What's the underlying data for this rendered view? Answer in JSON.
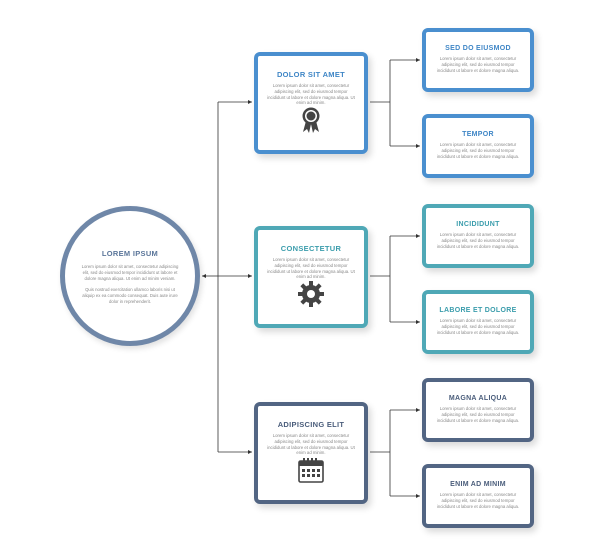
{
  "colors": {
    "root": "#6f87a8",
    "blue": "#4a8fcf",
    "teal": "#4fa8b6",
    "slate": "#526583",
    "connector": "#333333"
  },
  "root": {
    "title": "LOREM IPSUM",
    "body1": "Lorem ipsum dolor sit amet, consectetur adipiscing elit, sed do eiusmod tempor incididunt ut labore et dolore magna aliqua. Ut enim ad minim veniam.",
    "body2": "Quis nostrud exercitation ullamco laboris nisi ut aliquip ex ea commodo consequat. Duis aute irure dolor in reprehenderit."
  },
  "nodes": {
    "dolor": {
      "title": "DOLOR SIT AMET",
      "body": "Lorem ipsum dolor sit amet, consectetur adipiscing elit, sed do eiusmod tempor incididunt ut labore et dolore magna aliqua. Ut enim ad minim.",
      "icon": "award-ribbon-icon"
    },
    "consectetur": {
      "title": "CONSECTETUR",
      "body": "Lorem ipsum dolor sit amet, consectetur adipiscing elit, sed do eiusmod tempor incididunt ut labore et dolore magna aliqua. Ut enim ad minim.",
      "icon": "gear-icon"
    },
    "adipiscing": {
      "title": "ADIPISCING ELIT",
      "body": "Lorem ipsum dolor sit amet, consectetur adipiscing elit, sed do eiusmod tempor incididunt ut labore et dolore magna aliqua. Ut enim ad minim.",
      "icon": "calendar-icon"
    }
  },
  "leaves": {
    "sed": {
      "title": "SED DO EIUSMOD",
      "body": "Lorem ipsum dolor sit amet, consectetur adipiscing elit, sed do eiusmod tempor incididunt ut labore et dolore magna aliqua."
    },
    "tempor": {
      "title": "TEMPOR",
      "body": "Lorem ipsum dolor sit amet, consectetur adipiscing elit, sed do eiusmod tempor incididunt ut labore et dolore magna aliqua."
    },
    "incididunt": {
      "title": "INCIDIDUNT",
      "body": "Lorem ipsum dolor sit amet, consectetur adipiscing elit, sed do eiusmod tempor incididunt ut labore et dolore magna aliqua."
    },
    "labore": {
      "title": "LABORE ET DOLORE",
      "body": "Lorem ipsum dolor sit amet, consectetur adipiscing elit, sed do eiusmod tempor incididunt ut labore et dolore magna aliqua."
    },
    "magna": {
      "title": "MAGNA ALIQUA",
      "body": "Lorem ipsum dolor sit amet, consectetur adipiscing elit, sed do eiusmod tempor incididunt ut labore et dolore magna aliqua."
    },
    "enim": {
      "title": "ENIM AD MINIM",
      "body": "Lorem ipsum dolor sit amet, consectetur adipiscing elit, sed do eiusmod tempor incididunt ut labore et dolore magna aliqua."
    }
  }
}
